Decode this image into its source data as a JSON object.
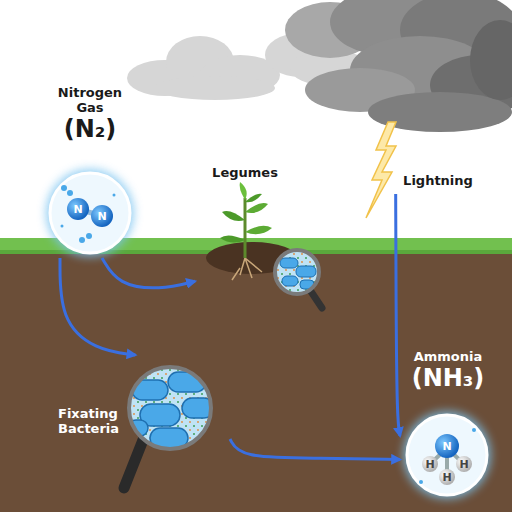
{
  "diagram": {
    "nodes": [
      {
        "text": [
          "Nitrogen Gas",
          "(N₂)"
        ]
      },
      {
        "text": [
          "Legumes"
        ]
      },
      {
        "text": [
          "Lightning"
        ]
      },
      {
        "text": [
          "Fixating Bacteria"
        ]
      },
      {
        "text": [
          "Ammonia",
          "(NH₃)"
        ]
      }
    ],
    "edges": [
      {
        "from": 0,
        "to": 1,
        "arrow": "to"
      },
      {
        "from": 0,
        "to": 3,
        "arrow": "to"
      },
      {
        "from": 2,
        "to": 4,
        "arrow": "to"
      },
      {
        "from": 3,
        "to": 4,
        "arrow": "to"
      }
    ],
    "labels": [
      "N",
      "N",
      "N",
      "H",
      "H",
      "H"
    ]
  }
}
